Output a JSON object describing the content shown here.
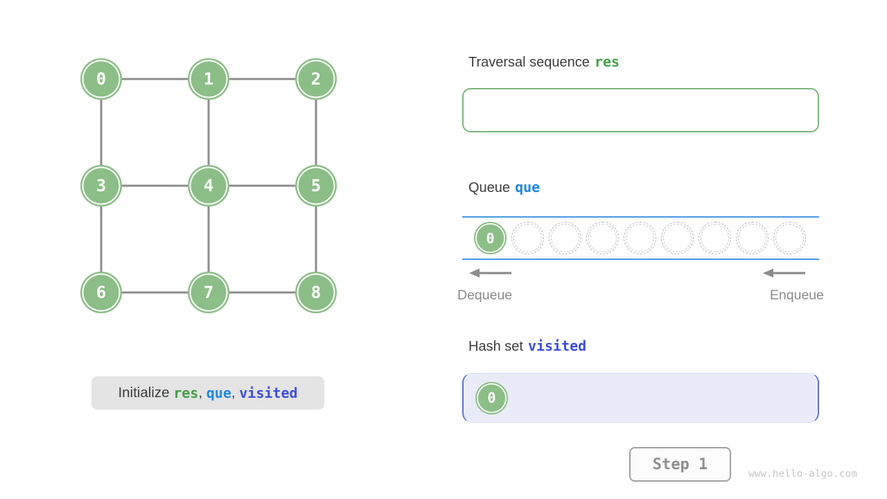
{
  "graph": {
    "node_values": [
      "0",
      "1",
      "2",
      "3",
      "4",
      "5",
      "6",
      "7",
      "8"
    ],
    "edges": [
      [
        0,
        1
      ],
      [
        1,
        2
      ],
      [
        3,
        4
      ],
      [
        4,
        5
      ],
      [
        6,
        7
      ],
      [
        7,
        8
      ],
      [
        0,
        3
      ],
      [
        1,
        4
      ],
      [
        2,
        5
      ],
      [
        3,
        6
      ],
      [
        4,
        7
      ],
      [
        5,
        8
      ]
    ]
  },
  "caption": {
    "segments": [
      {
        "text": "Initialize ",
        "style": "plain"
      },
      {
        "text": "res",
        "style": "code-green"
      },
      {
        "text": ", ",
        "style": "plain"
      },
      {
        "text": "que",
        "style": "code-blue"
      },
      {
        "text": ", ",
        "style": "plain"
      },
      {
        "text": "visited",
        "style": "code-indigo"
      }
    ]
  },
  "res_panel": {
    "title": "Traversal sequence",
    "variable": "res",
    "items": []
  },
  "queue_panel": {
    "title": "Queue",
    "variable": "que",
    "slot_count": 9,
    "items": [
      "0"
    ],
    "dequeue_label": "Dequeue",
    "enqueue_label": "Enqueue"
  },
  "visited_panel": {
    "title": "Hash set",
    "variable": "visited",
    "items": [
      "0"
    ]
  },
  "step_button_label": "Step 1",
  "watermark": "www.hello-algo.com",
  "colors": {
    "node_green": "#8CBE87",
    "res_accent": "#43A047",
    "queue_accent": "#1E88E5",
    "visited_accent": "#3D4EDB",
    "edge_gray": "#8C8C8C",
    "queue_line_blue": "#459BE8",
    "arrow_gray": "#8C8C8C"
  }
}
